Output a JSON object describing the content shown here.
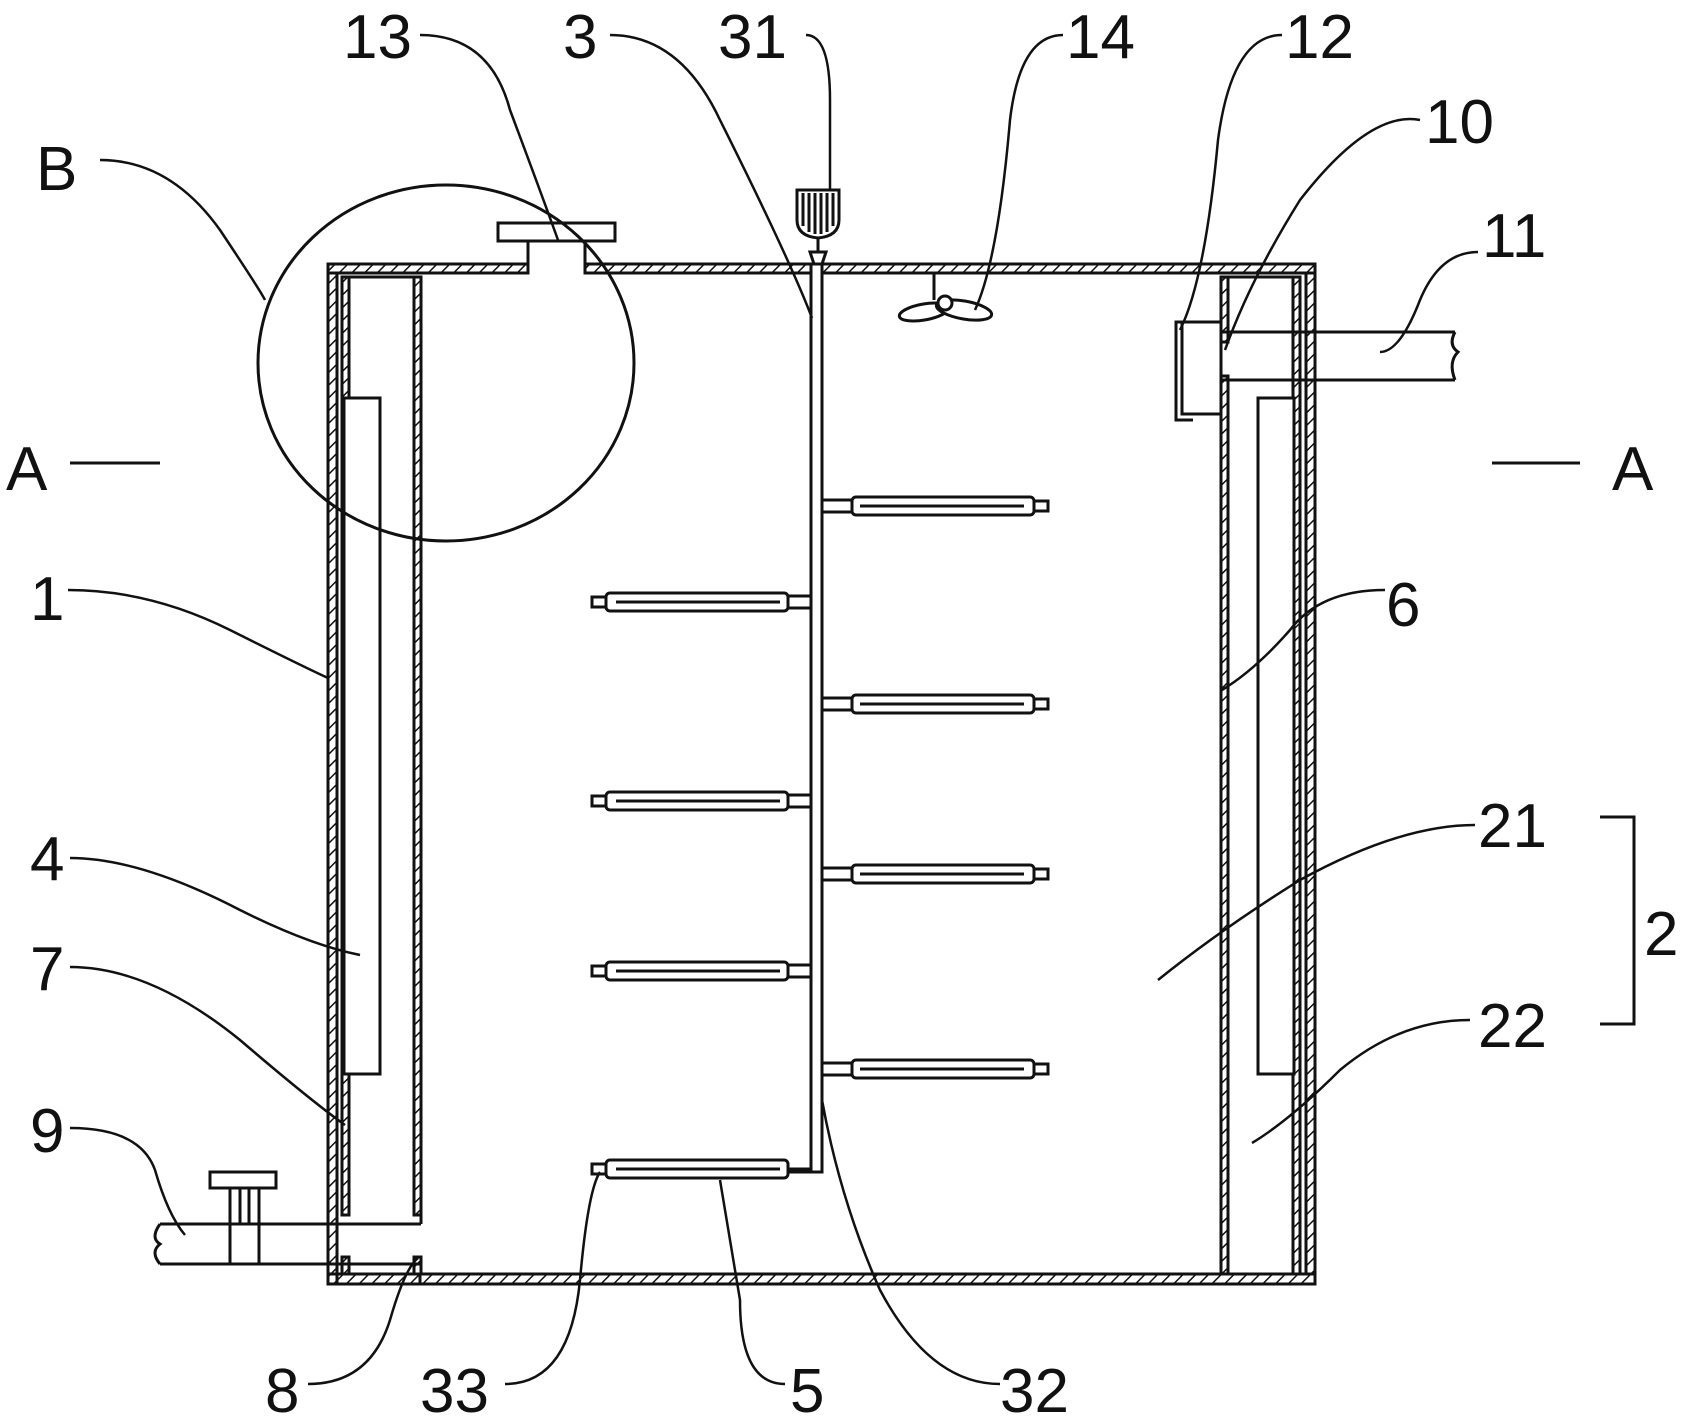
{
  "figure": {
    "labels": {
      "tank_shell": "1",
      "tank_body": "2",
      "inner_chamber": "21",
      "jacket_chamber": "22",
      "agitator": "3",
      "motor": "31",
      "shaft": "32",
      "blade": "33",
      "heater": "4",
      "scraper": "5",
      "inner_wall": "6",
      "jacket_wall": "7",
      "drain_pipe": "8",
      "drain_valve": "9",
      "inlet_pipe": "10",
      "inlet_end": "11",
      "inlet_hook": "12",
      "top_port": "13",
      "fan": "14",
      "detail_circle": "B",
      "section_left": "A",
      "section_right": "A"
    }
  }
}
